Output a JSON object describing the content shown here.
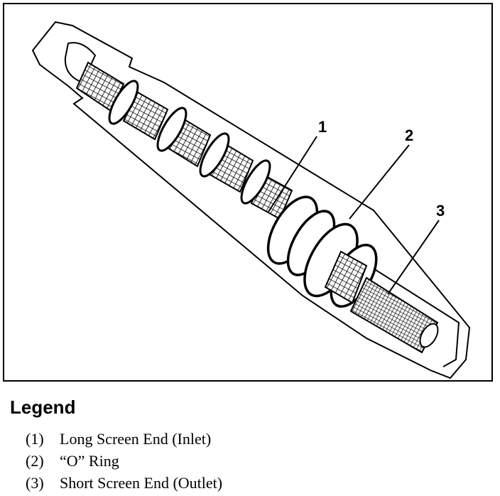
{
  "callouts": {
    "c1": "1",
    "c2": "2",
    "c3": "3"
  },
  "legend": {
    "heading": "Legend",
    "items": [
      {
        "number": "(1)",
        "label": "Long Screen End (Inlet)"
      },
      {
        "number": "(2)",
        "label": "“O” Ring"
      },
      {
        "number": "(3)",
        "label": "Short Screen End (Outlet)"
      }
    ]
  }
}
